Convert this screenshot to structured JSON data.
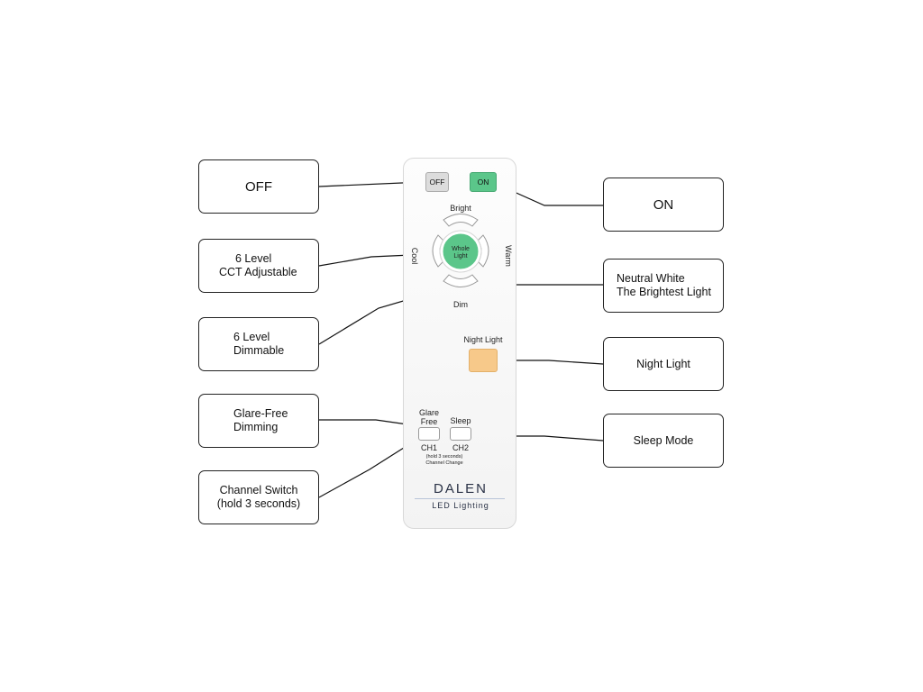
{
  "callouts": {
    "off": "OFF",
    "on": "ON",
    "cct": [
      "6 Level",
      "CCT Adjustable"
    ],
    "neutral": [
      "Neutral White",
      "The Brightest Light"
    ],
    "dimmable": [
      "6 Level",
      "Dimmable"
    ],
    "night": "Night Light",
    "glare": [
      "Glare-Free",
      "Dimming"
    ],
    "sleep": "Sleep Mode",
    "channel": [
      "Channel Switch",
      "(hold 3 seconds)"
    ]
  },
  "remote": {
    "off_label": "OFF",
    "on_label": "ON",
    "bright": "Bright",
    "cool": "Cool",
    "warm": "Warm",
    "whole_light": [
      "Whole",
      "Light"
    ],
    "dim": "Dim",
    "night_light": "Night Light",
    "glare_free": [
      "Glare",
      "Free"
    ],
    "sleep": "Sleep",
    "ch1": "CH1",
    "ch2": "CH2",
    "hold_note": [
      "(hold 3 seconds)",
      "Channel Change"
    ],
    "brand": "DALEN",
    "brand_sub": "LED Lighting"
  },
  "colors": {
    "on_button": "#5bc68a",
    "whole_light_button": "#5bc68a",
    "night_light_button": "#f7c98a",
    "off_button": "#dcdcdc"
  }
}
